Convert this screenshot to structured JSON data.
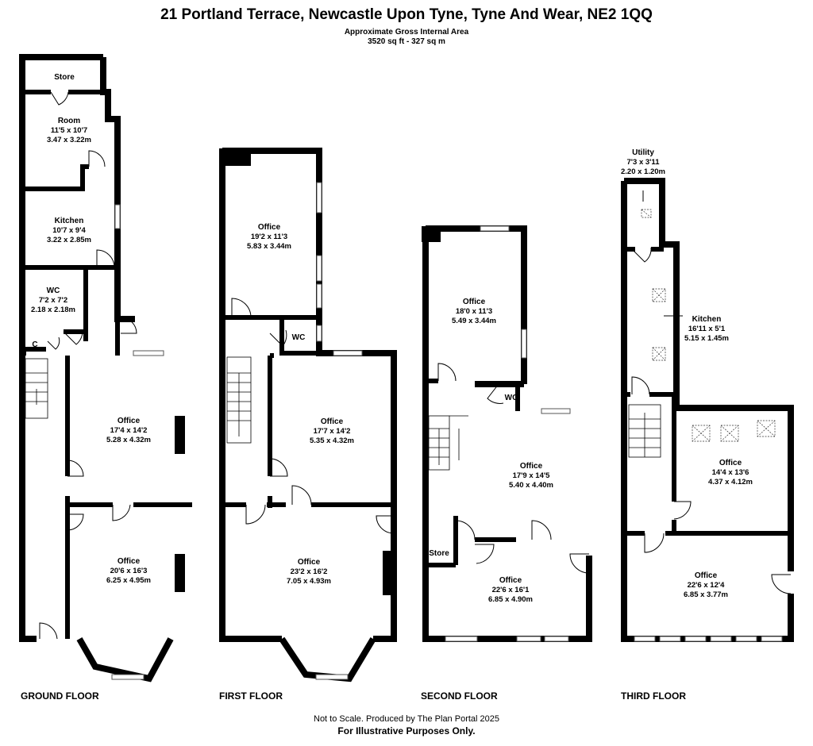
{
  "header": {
    "title": "21 Portland Terrace, Newcastle Upon Tyne, Tyne And Wear, NE2 1QQ",
    "area_label": "Approximate Gross Internal Area",
    "area_value": "3520 sq ft - 327 sq m"
  },
  "footer": {
    "disclaimer": "Not to Scale. Produced by The Plan Portal 2025",
    "purpose": "For Illustrative Purposes Only."
  },
  "floors": {
    "ground": {
      "label": "GROUND FLOOR",
      "rooms": {
        "store": {
          "name": "Store"
        },
        "room": {
          "name": "Room",
          "imperial": "11'5 x 10'7",
          "metric": "3.47 x 3.22m"
        },
        "kitchen": {
          "name": "Kitchen",
          "imperial": "10'7 x 9'4",
          "metric": "3.22 x 2.85m"
        },
        "wc": {
          "name": "WC",
          "imperial": "7'2 x 7'2",
          "metric": "2.18 x 2.18m"
        },
        "cupboard": {
          "name": "C"
        },
        "office1": {
          "name": "Office",
          "imperial": "17'4 x 14'2",
          "metric": "5.28 x 4.32m"
        },
        "office2": {
          "name": "Office",
          "imperial": "20'6 x 16'3",
          "metric": "6.25 x 4.95m"
        }
      }
    },
    "first": {
      "label": "FIRST FLOOR",
      "rooms": {
        "office1": {
          "name": "Office",
          "imperial": "19'2 x 11'3",
          "metric": "5.83 x 3.44m"
        },
        "wc": {
          "name": "WC"
        },
        "office2": {
          "name": "Office",
          "imperial": "17'7 x 14'2",
          "metric": "5.35 x 4.32m"
        },
        "office3": {
          "name": "Office",
          "imperial": "23'2 x 16'2",
          "metric": "7.05 x 4.93m"
        }
      }
    },
    "second": {
      "label": "SECOND FLOOR",
      "rooms": {
        "office1": {
          "name": "Office",
          "imperial": "18'0 x 11'3",
          "metric": "5.49 x 3.44m"
        },
        "wc": {
          "name": "WC"
        },
        "office2": {
          "name": "Office",
          "imperial": "17'9 x 14'5",
          "metric": "5.40 x 4.40m"
        },
        "store": {
          "name": "Store"
        },
        "office3": {
          "name": "Office",
          "imperial": "22'6 x 16'1",
          "metric": "6.85 x 4.90m"
        }
      }
    },
    "third": {
      "label": "THIRD FLOOR",
      "rooms": {
        "utility": {
          "name": "Utility",
          "imperial": "7'3 x 3'11",
          "metric": "2.20 x 1.20m"
        },
        "kitchen": {
          "name": "Kitchen",
          "imperial": "16'11 x 5'1",
          "metric": "5.15 x 1.45m"
        },
        "office1": {
          "name": "Office",
          "imperial": "14'4 x 13'6",
          "metric": "4.37 x 4.12m"
        },
        "office2": {
          "name": "Office",
          "imperial": "22'6 x 12'4",
          "metric": "6.85 x 3.77m"
        }
      }
    }
  }
}
